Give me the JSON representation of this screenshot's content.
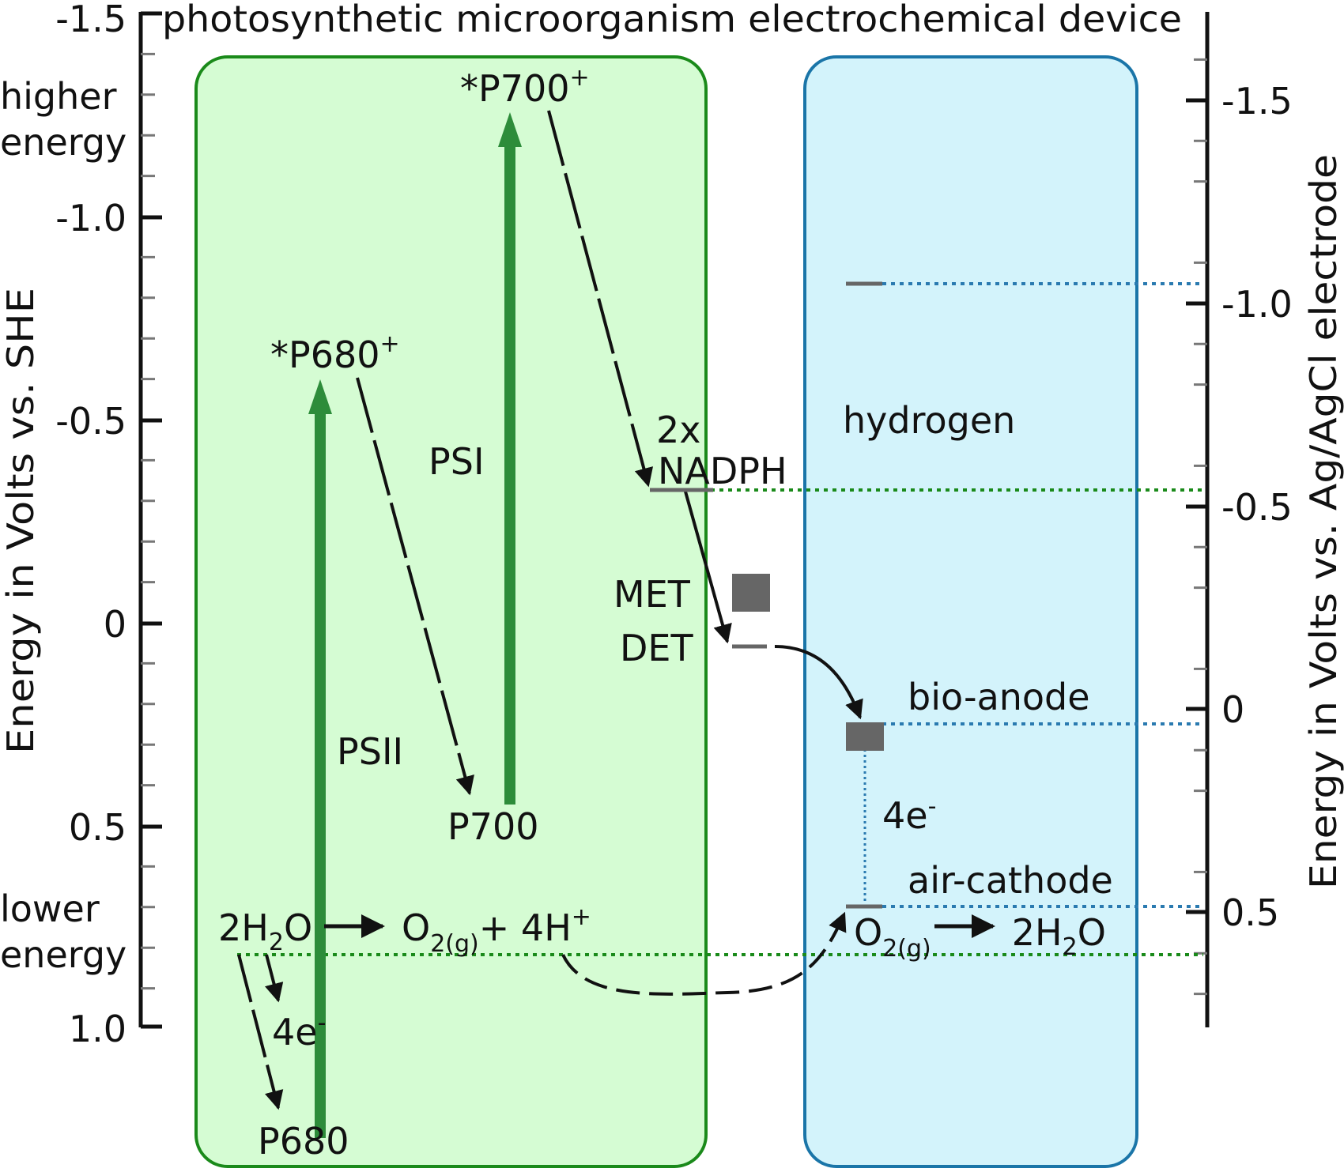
{
  "title": "photosynthetic microorganism electrochemical device",
  "left_axis": {
    "label": "Energy in Volts vs. SHE",
    "ticks": [
      "-1.5",
      "-1.0",
      "-0.5",
      "0",
      "0.5",
      "1.0"
    ],
    "higher_energy": [
      "higher",
      "energy"
    ],
    "lower_energy": [
      "lower",
      "energy"
    ]
  },
  "right_axis": {
    "label": "Energy in Volts vs. Ag/AgCl electrode",
    "ticks": [
      "-1.5",
      "-1.0",
      "-0.5",
      "0",
      "0.5"
    ]
  },
  "microorganism": {
    "p700_star": "*P700",
    "p680_star": "*P680",
    "plus": "+",
    "psi": "PSI",
    "psii": "PSII",
    "p700": "P700",
    "p680": "P680",
    "nadph_count": "2x",
    "nadph": "NADPH",
    "met": "MET",
    "det": "DET",
    "four_e": "4e",
    "minus": "-",
    "water_left": {
      "a": "2H",
      "b": "2",
      "c": "O"
    },
    "o2_products": {
      "o": "O",
      "g": "2(g)",
      "rest": "+ 4H",
      "plus": "+"
    }
  },
  "device": {
    "hydrogen": "hydrogen",
    "bio_anode": "bio-anode",
    "air_cathode": "air-cathode",
    "four_e": "4e",
    "minus": "-",
    "cathode_reaction": {
      "o": "O",
      "g": "2(g)",
      "a": "2H",
      "b": "2",
      "c": "O"
    }
  },
  "colors": {
    "organism_fill": "#d5fcd3",
    "organism_stroke": "#1a8a1a",
    "device_fill": "#d3f3fb",
    "device_stroke": "#1a75a8",
    "photo_arrow": "#2d8c3a",
    "level_gray": "#666666",
    "green_dotted": "#1a8a1a",
    "blue_dotted": "#2a7ab0"
  }
}
